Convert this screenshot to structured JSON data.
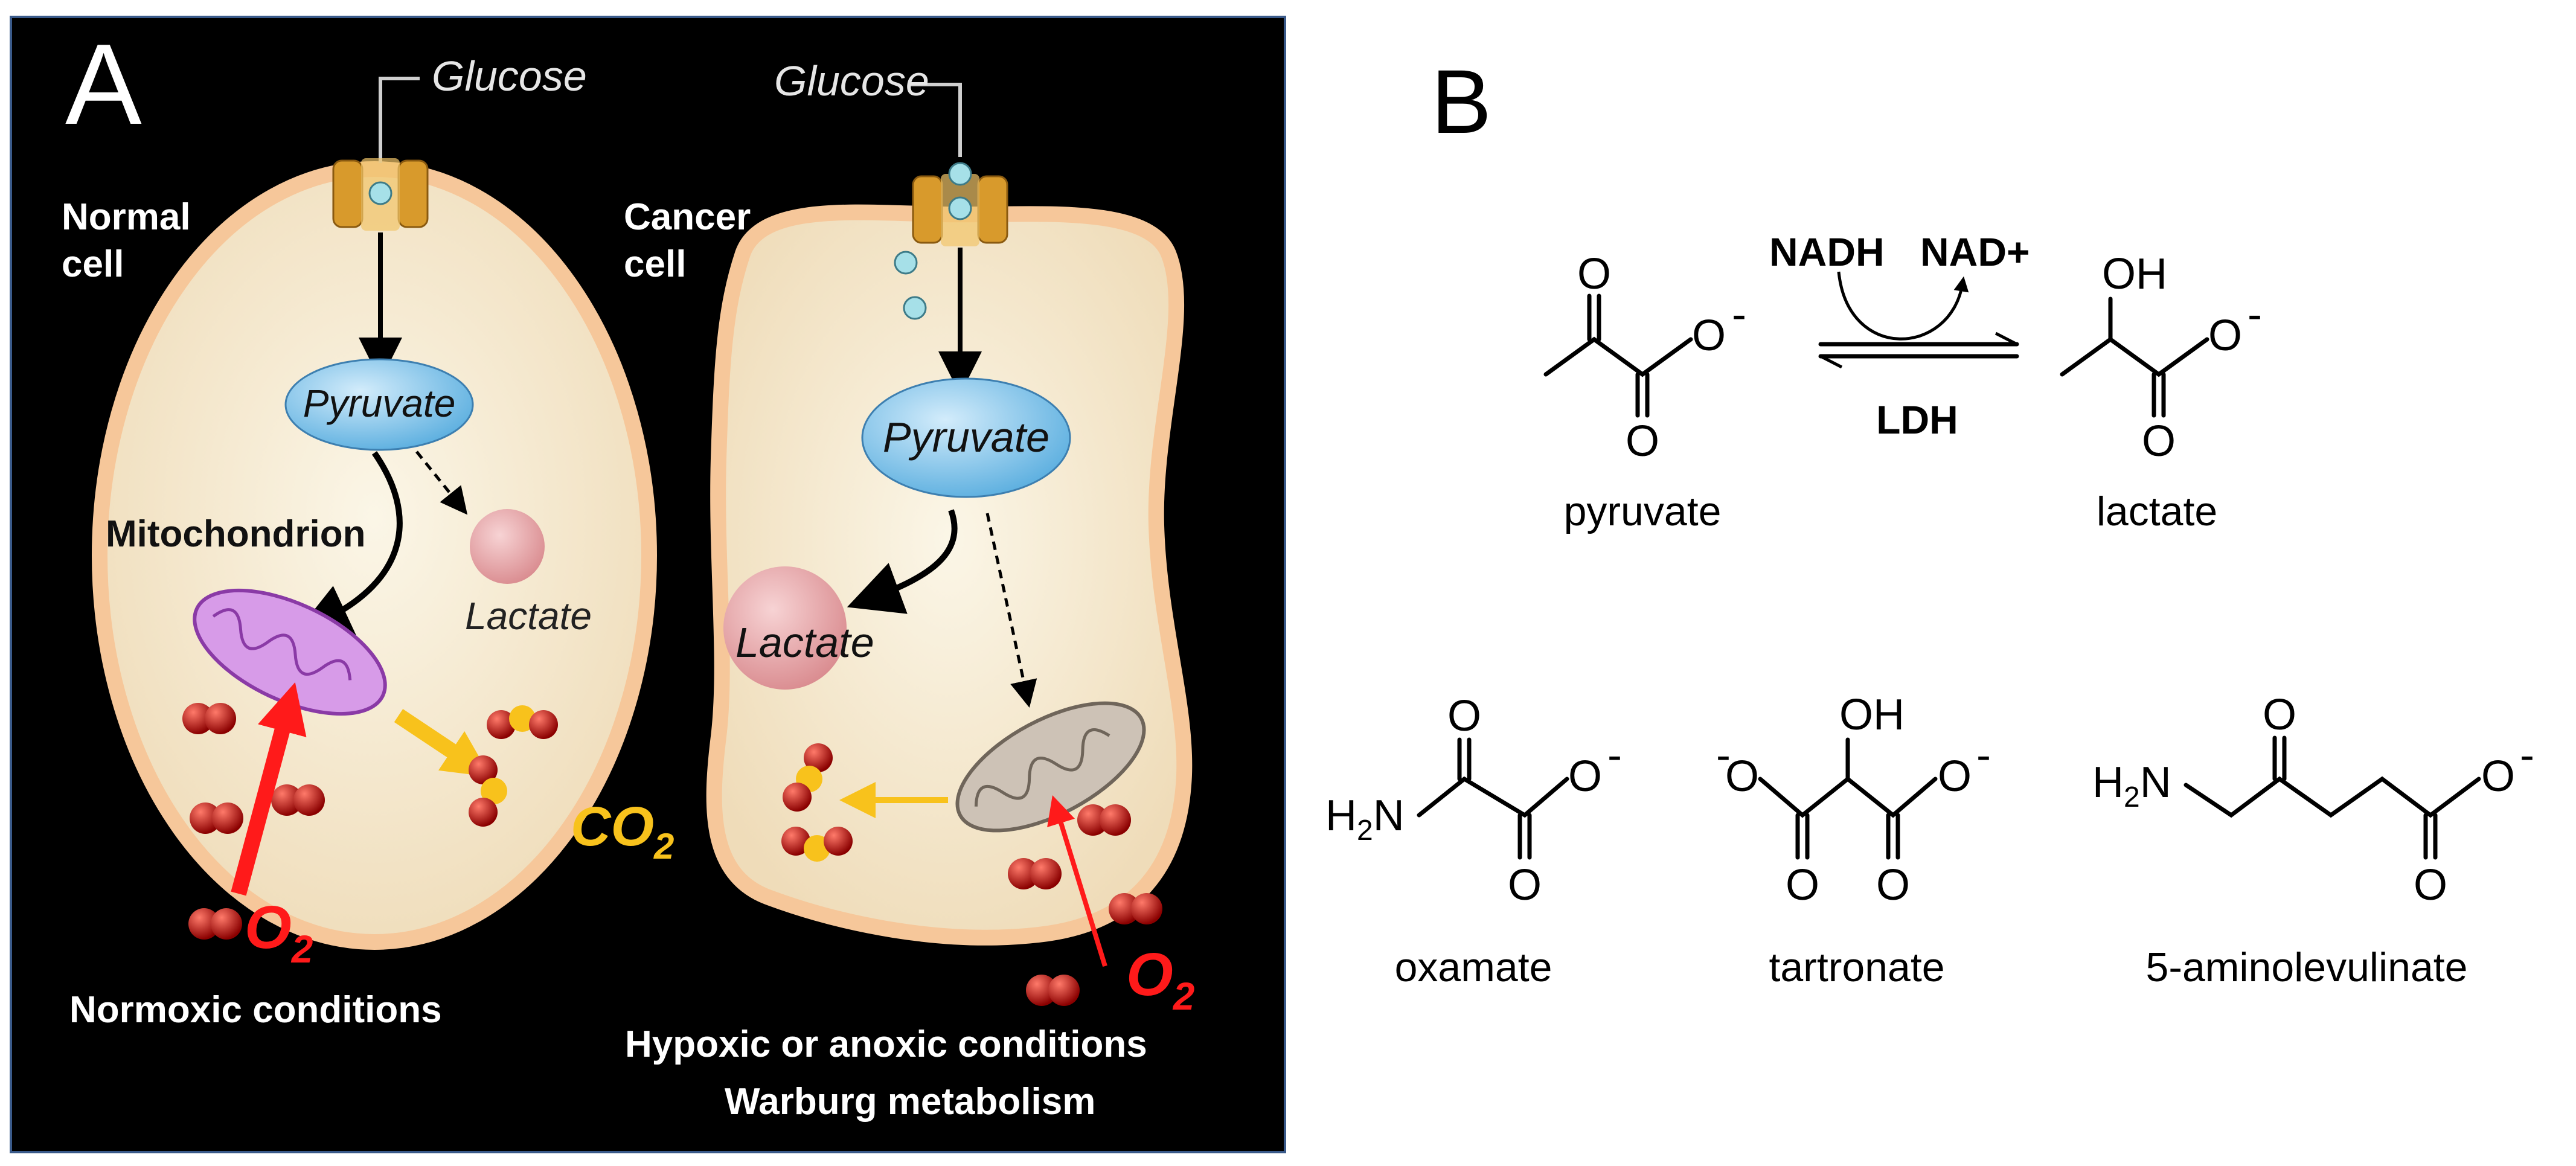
{
  "panel_a": {
    "label": "A",
    "normal_cell": {
      "title_line1": "Normal",
      "title_line2": "cell",
      "glucose": "Glucose",
      "pyruvate": "Pyruvate",
      "mitochondrion": "Mitochondrion",
      "lactate": "Lactate",
      "co2_main": "CO",
      "co2_sub": "2",
      "o2_main": "O",
      "o2_sub": "2",
      "conditions": "Normoxic conditions"
    },
    "cancer_cell": {
      "title_line1": "Cancer",
      "title_line2": "cell",
      "glucose": "Glucose",
      "pyruvate": "Pyruvate",
      "lactate": "Lactate",
      "o2_main": "O",
      "o2_sub": "2",
      "conditions_line1": "Hypoxic or anoxic conditions",
      "conditions_line2": "Warburg metabolism"
    }
  },
  "panel_b": {
    "label": "B",
    "reaction": {
      "cofactor_in": "NADH",
      "cofactor_out": "NAD+",
      "enzyme": "LDH",
      "substrate_name": "pyruvate",
      "product_name": "lactate"
    },
    "atoms": {
      "oxygen": "O",
      "hydroxyl": "OH",
      "charge": "-",
      "amine_h": "H",
      "amine_sub": "2",
      "amine_n": "N"
    },
    "inhibitors": [
      "oxamate",
      "tartronate",
      "5-aminolevulinate"
    ]
  },
  "colors": {
    "panel_a_background": "#000000",
    "cell_membrane": "#f6c79a",
    "cell_cytoplasm": "#f4ead2",
    "pyruvate_blue": "#7ec3ea",
    "lactate_pink": "#e9a3a6",
    "oxygen_red": "#d40f0f",
    "co2_yellow": "#f8c21c",
    "o2_arrow_red": "#ff1a1a",
    "mitochondrion_purple": "#c27ad8",
    "mitochondrion_grey": "#a89a8c"
  }
}
